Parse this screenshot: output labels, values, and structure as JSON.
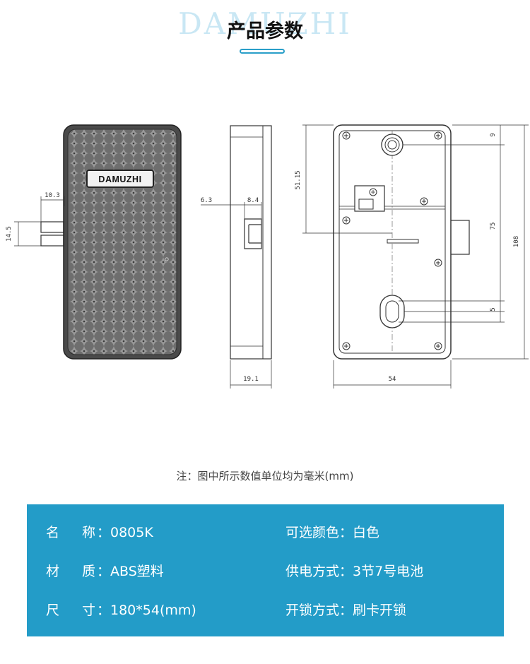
{
  "header": {
    "brand_watermark": "DAMUZHI",
    "title": "产品参数"
  },
  "drawing": {
    "brand_badge": "DAMUZHI",
    "dimensions": {
      "bolt_length": "10.3",
      "bolt_height": "14.5",
      "side_offset": "6.3",
      "side_bolt": "8.4",
      "side_depth": "19.1",
      "top_to_center": "51.15",
      "hole_offset": "9",
      "hole_spacing": "75",
      "total_height": "108",
      "slot_width": "5",
      "total_width": "54"
    }
  },
  "note": "注：图中所示数值单位均为毫米(mm)",
  "specs": [
    {
      "key_a": "名",
      "key_b": "称",
      "value": "：0805K"
    },
    {
      "key_a": "材",
      "key_b": "质",
      "value": "：ABS塑料"
    },
    {
      "key_a": "尺",
      "key_b": "寸",
      "value": "：180*54(mm)"
    },
    {
      "key": "可选颜色",
      "value": "：白色"
    },
    {
      "key": "供电方式",
      "value": "：3节7号电池"
    },
    {
      "key": "开锁方式",
      "value": "：刷卡开锁"
    }
  ]
}
